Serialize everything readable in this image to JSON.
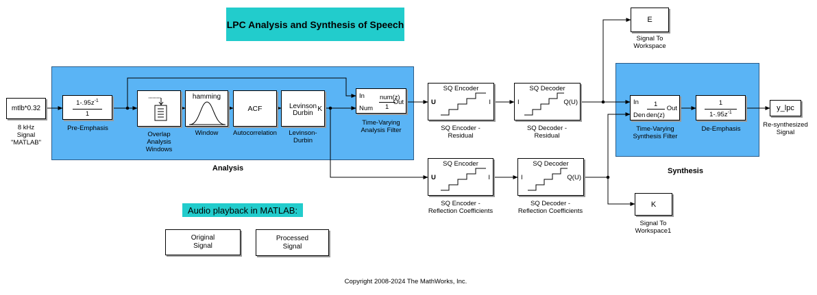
{
  "title": "LPC Analysis and Synthesis of Speech",
  "colors": {
    "subsystem_fill": "#5ab4f5",
    "title_bg": "#22cccc",
    "audio_bg": "#22cccc"
  },
  "source": {
    "value": "mtlb*0.32",
    "label_line1": "8 kHz",
    "label_line2": "Signal",
    "label_line3": "\"MATLAB\""
  },
  "analysis": {
    "label": "Analysis",
    "preemph": {
      "num": "1-.95z",
      "num_exp": "-1",
      "den": "1",
      "label": "Pre-Emphasis"
    },
    "overlap": {
      "label_line1": "Overlap",
      "label_line2": "Analysis",
      "label_line3": "Windows"
    },
    "window": {
      "text": "hamming",
      "label": "Window"
    },
    "acf": {
      "text": "ACF",
      "label": "Autocorrelation"
    },
    "levinson": {
      "line1": "Levinson",
      "line2": "Durbin",
      "port": "K",
      "label_line1": "Levinson-",
      "label_line2": "Durbin"
    },
    "tvaf": {
      "port_in": "In",
      "port_num": "Num",
      "port_out": "Out",
      "num": "num(z)",
      "den": "1",
      "label_line1": "Time-Varying",
      "label_line2": "Analysis Filter"
    }
  },
  "sq_enc_res": {
    "title": "SQ Encoder",
    "port_u": "U",
    "port_i": "I",
    "label_line1": "SQ Encoder -",
    "label_line2": "Residual"
  },
  "sq_dec_res": {
    "title": "SQ Decoder",
    "port_i": "I",
    "port_q": "Q(U)",
    "label_line1": "SQ Decoder -",
    "label_line2": "Residual"
  },
  "sq_enc_ref": {
    "title": "SQ Encoder",
    "port_u": "U",
    "port_i": "I",
    "label_line1": "SQ Encoder -",
    "label_line2": "Reflection Coefficients"
  },
  "sq_dec_ref": {
    "title": "SQ Decoder",
    "port_i": "I",
    "port_q": "Q(U)",
    "label_line1": "SQ Decoder -",
    "label_line2": "Reflection Coefficients"
  },
  "ws_e": {
    "text": "E",
    "label_line1": "Signal To",
    "label_line2": "Workspace"
  },
  "ws_k": {
    "text": "K",
    "label_line1": "Signal To",
    "label_line2": "Workspace1"
  },
  "synthesis": {
    "label": "Synthesis",
    "tvsf": {
      "port_in": "In",
      "port_den": "Den",
      "port_out": "Out",
      "num": "1",
      "den": "den(z)",
      "label_line1": "Time-Varying",
      "label_line2": "Synthesis Filter"
    },
    "deemph": {
      "num": "1",
      "den": "1-.95z",
      "den_exp": "-1",
      "label": "De-Emphasis"
    }
  },
  "output": {
    "value": "y_lpc",
    "label_line1": "Re-synthesized",
    "label_line2": "Signal"
  },
  "audio": {
    "label": "Audio playback in MATLAB:",
    "original_line1": "Original",
    "original_line2": "Signal",
    "processed_line1": "Processed",
    "processed_line2": "Signal"
  },
  "copyright": "Copyright 2008-2024 The MathWorks, Inc."
}
